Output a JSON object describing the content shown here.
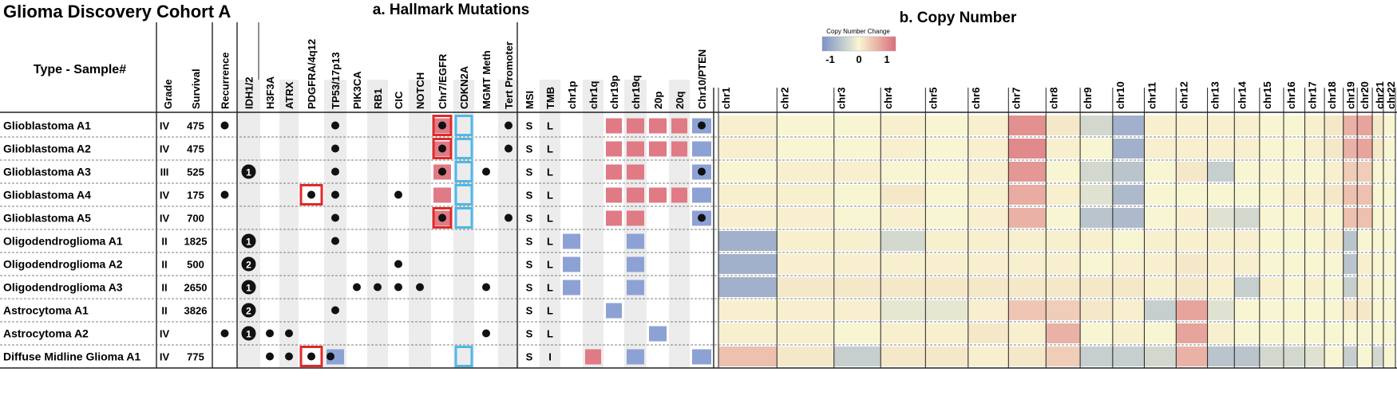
{
  "title": "Glioma Discovery Cohort A",
  "panel_a_title": "a. Hallmark Mutations",
  "panel_b_title": "b. Copy Number",
  "type_sample_header": "Type - Sample#",
  "legend": {
    "title": "Copy Number Change",
    "ticks": [
      "-1",
      "0",
      "1"
    ],
    "colors": {
      "low": "#7b92c8",
      "mid": "#f8f6d2",
      "high": "#dc6e7a"
    }
  },
  "colors": {
    "gain": "#e07a84",
    "loss": "#8da2d4",
    "mutation_dot": "#111111",
    "highlight_red": "#e02a2a",
    "highlight_blue": "#4fb8e8",
    "stripe": "#ececec"
  },
  "columns": [
    "Grade",
    "Survival",
    "Recurrence",
    "IDH1/2",
    "H3F3A",
    "ATRX",
    "PDGFRA/4q12",
    "TP53/17p13",
    "PIK3CA",
    "RB1",
    "CIC",
    "NOTCH",
    "Chr7/EGFR",
    "CDKN2A",
    "MGMT Meth",
    "Tert Promoter",
    "MSI",
    "TMB",
    "chr1p",
    "chr1q",
    "chr19p",
    "chr19q",
    "20p",
    "20q",
    "Chr10/PTEN"
  ],
  "samples": [
    {
      "name": "Glioblastoma A1",
      "grade": "IV",
      "survival": "475",
      "recurrence": true,
      "idh": "",
      "h3f3a": false,
      "atrx": false,
      "pdgfra": "",
      "tp53": "dot",
      "pik3ca": false,
      "rb1": false,
      "cic": false,
      "notch": false,
      "chr7": "gain-box",
      "cdkn2a": "box",
      "mgmt": false,
      "tert": true,
      "msi": "S",
      "tmb": "L",
      "chr1p": "",
      "chr1q": "",
      "chr19p": "gain",
      "chr19q": "gain",
      "p20": "gain",
      "q20": "gain",
      "chr10": "loss-dot"
    },
    {
      "name": "Glioblastoma A2",
      "grade": "IV",
      "survival": "475",
      "recurrence": false,
      "idh": "",
      "h3f3a": false,
      "atrx": false,
      "pdgfra": "",
      "tp53": "dot",
      "pik3ca": false,
      "rb1": false,
      "cic": false,
      "notch": false,
      "chr7": "gain-box",
      "cdkn2a": "box",
      "mgmt": false,
      "tert": true,
      "msi": "S",
      "tmb": "L",
      "chr1p": "",
      "chr1q": "",
      "chr19p": "gain",
      "chr19q": "gain",
      "p20": "gain",
      "q20": "gain",
      "chr10": "loss"
    },
    {
      "name": "Glioblastoma A3",
      "grade": "III",
      "survival": "525",
      "recurrence": false,
      "idh": "1",
      "h3f3a": false,
      "atrx": false,
      "pdgfra": "",
      "tp53": "dot",
      "pik3ca": false,
      "rb1": false,
      "cic": false,
      "notch": false,
      "chr7": "gain-dot",
      "cdkn2a": "box",
      "mgmt": true,
      "tert": false,
      "msi": "S",
      "tmb": "L",
      "chr1p": "",
      "chr1q": "",
      "chr19p": "gain",
      "chr19q": "gain",
      "p20": "",
      "q20": "",
      "chr10": "loss-dot"
    },
    {
      "name": "Glioblastoma A4",
      "grade": "IV",
      "survival": "175",
      "recurrence": true,
      "idh": "",
      "h3f3a": false,
      "atrx": false,
      "pdgfra": "box-dot",
      "tp53": "dot",
      "pik3ca": false,
      "rb1": false,
      "cic": true,
      "notch": false,
      "chr7": "gain",
      "cdkn2a": "box",
      "mgmt": false,
      "tert": false,
      "msi": "S",
      "tmb": "L",
      "chr1p": "",
      "chr1q": "",
      "chr19p": "gain",
      "chr19q": "gain",
      "p20": "gain",
      "q20": "gain",
      "chr10": "loss"
    },
    {
      "name": "Glioblastoma A5",
      "grade": "IV",
      "survival": "700",
      "recurrence": false,
      "idh": "",
      "h3f3a": false,
      "atrx": false,
      "pdgfra": "",
      "tp53": "dot",
      "pik3ca": false,
      "rb1": false,
      "cic": false,
      "notch": false,
      "chr7": "gain-box",
      "cdkn2a": "box",
      "mgmt": false,
      "tert": true,
      "msi": "S",
      "tmb": "L",
      "chr1p": "",
      "chr1q": "",
      "chr19p": "gain",
      "chr19q": "gain",
      "p20": "",
      "q20": "",
      "chr10": "loss-dot"
    },
    {
      "name": "Oligodendroglioma A1",
      "grade": "II",
      "survival": "1825",
      "recurrence": false,
      "idh": "1",
      "h3f3a": false,
      "atrx": false,
      "pdgfra": "",
      "tp53": "dot",
      "pik3ca": false,
      "rb1": false,
      "cic": false,
      "notch": false,
      "chr7": "",
      "cdkn2a": "",
      "mgmt": false,
      "tert": false,
      "msi": "S",
      "tmb": "L",
      "chr1p": "loss",
      "chr1q": "",
      "chr19p": "",
      "chr19q": "loss",
      "p20": "",
      "q20": "",
      "chr10": ""
    },
    {
      "name": "Oligodendroglioma A2",
      "grade": "II",
      "survival": "500",
      "recurrence": false,
      "idh": "2",
      "h3f3a": false,
      "atrx": false,
      "pdgfra": "",
      "tp53": "",
      "pik3ca": false,
      "rb1": false,
      "cic": true,
      "notch": false,
      "chr7": "",
      "cdkn2a": "",
      "mgmt": false,
      "tert": false,
      "msi": "S",
      "tmb": "L",
      "chr1p": "loss",
      "chr1q": "",
      "chr19p": "",
      "chr19q": "loss",
      "p20": "",
      "q20": "",
      "chr10": ""
    },
    {
      "name": "Oligodendroglioma A3",
      "grade": "II",
      "survival": "2650",
      "recurrence": false,
      "idh": "1",
      "h3f3a": false,
      "atrx": false,
      "pdgfra": "",
      "tp53": "",
      "pik3ca": true,
      "rb1": true,
      "cic": true,
      "notch": true,
      "chr7": "",
      "cdkn2a": "",
      "mgmt": true,
      "tert": false,
      "msi": "S",
      "tmb": "L",
      "chr1p": "loss",
      "chr1q": "",
      "chr19p": "",
      "chr19q": "loss",
      "p20": "",
      "q20": "",
      "chr10": ""
    },
    {
      "name": "Astrocytoma A1",
      "grade": "II",
      "survival": "3826",
      "recurrence": false,
      "idh": "2",
      "h3f3a": false,
      "atrx": false,
      "pdgfra": "",
      "tp53": "dot",
      "pik3ca": false,
      "rb1": false,
      "cic": false,
      "notch": false,
      "chr7": "",
      "cdkn2a": "",
      "mgmt": false,
      "tert": false,
      "msi": "S",
      "tmb": "L",
      "chr1p": "",
      "chr1q": "",
      "chr19p": "loss",
      "chr19q": "",
      "p20": "",
      "q20": "",
      "chr10": ""
    },
    {
      "name": "Astrocytoma A2",
      "grade": "IV",
      "survival": "",
      "recurrence": true,
      "idh": "1",
      "h3f3a": true,
      "atrx": true,
      "pdgfra": "",
      "tp53": "",
      "pik3ca": false,
      "rb1": false,
      "cic": false,
      "notch": false,
      "chr7": "",
      "cdkn2a": "",
      "mgmt": true,
      "tert": false,
      "msi": "S",
      "tmb": "L",
      "chr1p": "",
      "chr1q": "",
      "chr19p": "",
      "chr19q": "",
      "p20": "loss",
      "q20": "",
      "chr10": ""
    },
    {
      "name": "Diffuse Midline Glioma A1",
      "grade": "IV",
      "survival": "775",
      "recurrence": false,
      "idh": "",
      "h3f3a": true,
      "atrx": true,
      "pdgfra": "box-dot",
      "tp53": "dot-loss",
      "pik3ca": false,
      "rb1": false,
      "cic": false,
      "notch": false,
      "chr7": "",
      "cdkn2a": "box",
      "mgmt": false,
      "tert": false,
      "msi": "S",
      "tmb": "I",
      "chr1p": "",
      "chr1q": "gain",
      "chr19p": "",
      "chr19q": "loss",
      "p20": "",
      "q20": "",
      "chr10": "loss"
    }
  ],
  "chromosomes": [
    "chr1",
    "chr2",
    "chr3",
    "chr4",
    "chr5",
    "chr6",
    "chr7",
    "chr8",
    "chr9",
    "chr10",
    "chr11",
    "chr12",
    "chr13",
    "chr14",
    "chr15",
    "chr16",
    "chr17",
    "chr18",
    "chr19",
    "chr20",
    "chr21",
    "chr22"
  ],
  "chart_data": {
    "type": "heatmap",
    "title": "b. Copy Number",
    "legend_title": "Copy Number Change",
    "value_range": [
      -1,
      1
    ],
    "rows": [
      "Glioblastoma A1",
      "Glioblastoma A2",
      "Glioblastoma A3",
      "Glioblastoma A4",
      "Glioblastoma A5",
      "Oligodendroglioma A1",
      "Oligodendroglioma A2",
      "Oligodendroglioma A3",
      "Astrocytoma A1",
      "Astrocytoma A2",
      "Diffuse Midline Glioma A1"
    ],
    "columns": [
      "chr1",
      "chr2",
      "chr3",
      "chr4",
      "chr5",
      "chr6",
      "chr7",
      "chr8",
      "chr9",
      "chr10",
      "chr11",
      "chr12",
      "chr13",
      "chr14",
      "chr15",
      "chr16",
      "chr17",
      "chr18",
      "chr19",
      "chr20",
      "chr21",
      "chr22"
    ],
    "values": [
      [
        0.05,
        0,
        0,
        0.05,
        0,
        0.05,
        0.75,
        0.1,
        -0.3,
        -0.7,
        0.05,
        0.05,
        0.05,
        0.05,
        0,
        0,
        0.05,
        0.1,
        0.5,
        0.6,
        0.1,
        0
      ],
      [
        0.05,
        0,
        0,
        0.05,
        0,
        0.05,
        0.8,
        0.05,
        0,
        -0.7,
        0.05,
        0.05,
        0.05,
        0.05,
        0,
        0,
        0.05,
        0.1,
        0.5,
        0.6,
        0.1,
        0
      ],
      [
        0,
        0.05,
        0.05,
        0,
        0,
        0.05,
        0.7,
        0,
        -0.3,
        -0.5,
        0,
        0.1,
        -0.4,
        0,
        0,
        0,
        0,
        0.05,
        0.3,
        0.3,
        0,
        0
      ],
      [
        0.05,
        0.05,
        0,
        0.1,
        0,
        0.05,
        0.55,
        0.05,
        -0.2,
        -0.6,
        0,
        0,
        0,
        0,
        0,
        0.05,
        0.05,
        0.1,
        0.4,
        0.4,
        0,
        0
      ],
      [
        0.05,
        0.05,
        0,
        0.05,
        0,
        0.05,
        0.5,
        0,
        -0.5,
        -0.6,
        0,
        0.05,
        -0.2,
        -0.3,
        0,
        0,
        0.05,
        0,
        0.4,
        0.4,
        0,
        0
      ],
      [
        -0.7,
        0.05,
        0.05,
        -0.3,
        0.05,
        0.05,
        0.05,
        0.05,
        0.05,
        0,
        0.05,
        0.05,
        0.05,
        0.05,
        0,
        0,
        0,
        0.05,
        -0.5,
        0,
        0,
        0
      ],
      [
        -0.7,
        0.05,
        0.05,
        0.05,
        0.05,
        0.05,
        0.05,
        0.05,
        0,
        0.05,
        0.05,
        0.1,
        0.05,
        0.05,
        0,
        0,
        0,
        0,
        -0.5,
        0.05,
        0,
        0
      ],
      [
        -0.7,
        0.1,
        0.1,
        0.1,
        0.1,
        0.1,
        0.1,
        0.1,
        0.1,
        0.1,
        0.05,
        0.1,
        0.05,
        -0.4,
        0.05,
        0,
        0.05,
        0,
        -0.4,
        0.05,
        0,
        0
      ],
      [
        0.05,
        0.05,
        0.05,
        -0.15,
        -0.15,
        0.05,
        0.35,
        0.3,
        0.1,
        0.05,
        -0.4,
        0.6,
        -0.2,
        0,
        0,
        0,
        0,
        0,
        0.1,
        0.1,
        0,
        0
      ],
      [
        0.05,
        0.05,
        0,
        0.05,
        0.05,
        0.1,
        0.05,
        0.5,
        0,
        0.05,
        0,
        0.6,
        0.05,
        0,
        0,
        0,
        0,
        0,
        0,
        0,
        0,
        0
      ],
      [
        0.4,
        0.1,
        -0.4,
        0.1,
        0.1,
        0.05,
        0.1,
        0.3,
        -0.4,
        -0.4,
        -0.3,
        0.5,
        -0.5,
        -0.5,
        -0.3,
        -0.3,
        -0.2,
        0,
        -0.4,
        0,
        -0.3,
        0
      ]
    ]
  }
}
